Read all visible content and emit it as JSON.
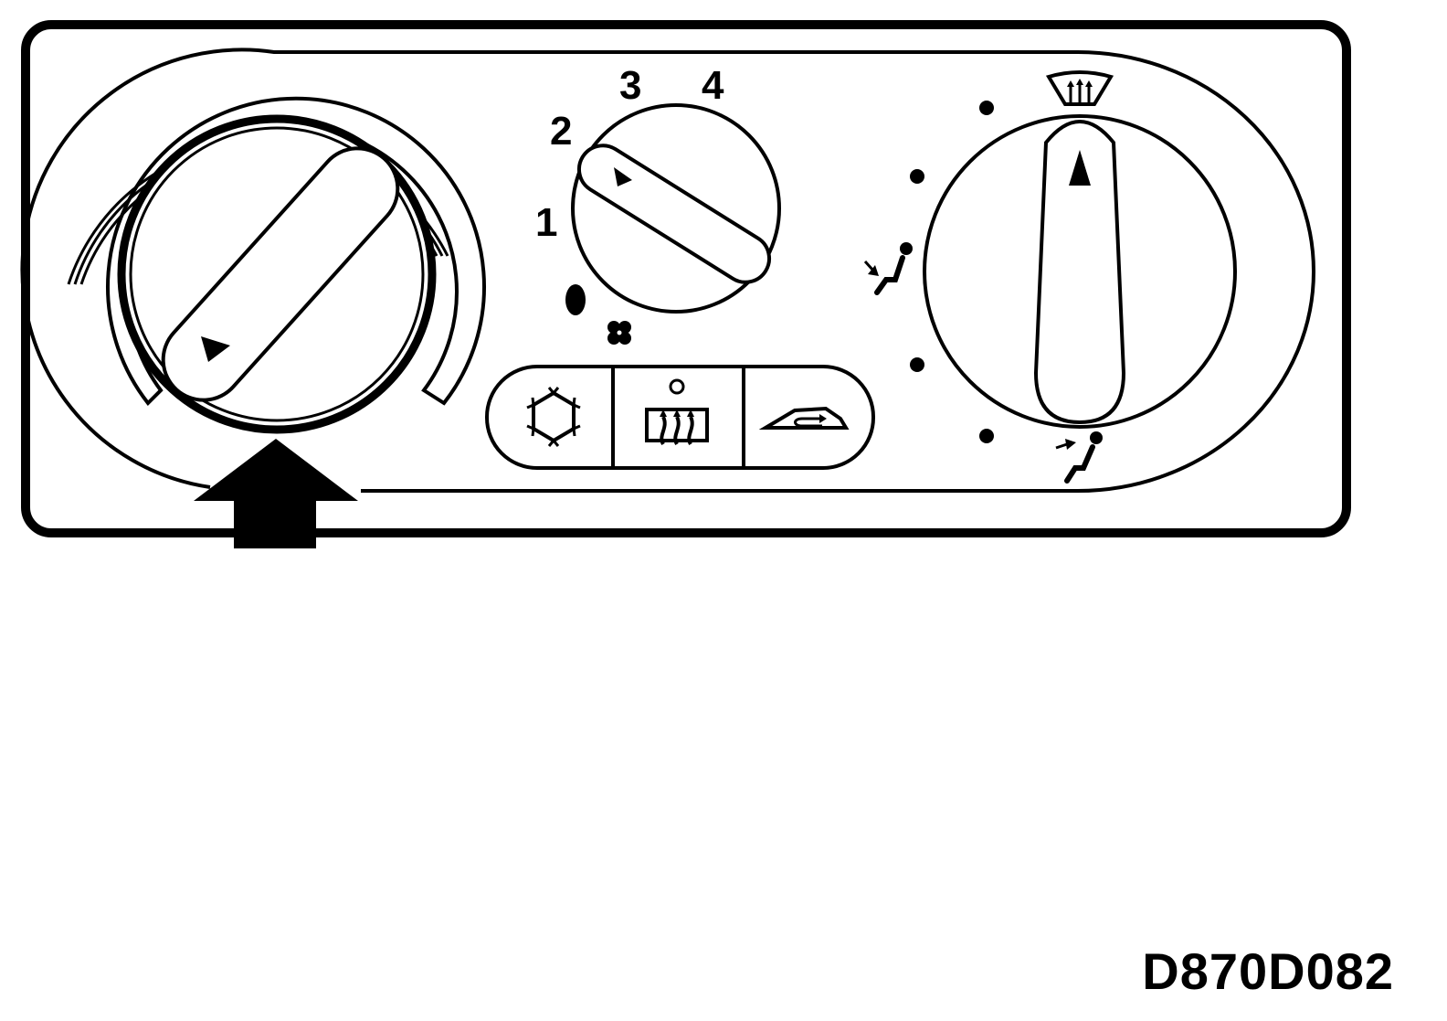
{
  "fan_speed_labels": [
    "1",
    "2",
    "3",
    "4"
  ],
  "figure_code": "D870D082",
  "icons": {
    "temperature": "rotary-knob-icon",
    "fan_off": "off-position-icon",
    "fan": "fan-icon",
    "ac": "air-conditioning-snowflake-icon",
    "rear_defrost": "rear-window-defrost-icon",
    "recirculation": "air-recirculation-icon",
    "windshield": "windshield-defrost-icon",
    "face_vent": "face-vent-icon",
    "floor_vent": "floor-vent-icon",
    "pointer": "arrow-up-icon"
  },
  "colors": {
    "line": "#000000",
    "background": "#ffffff"
  }
}
